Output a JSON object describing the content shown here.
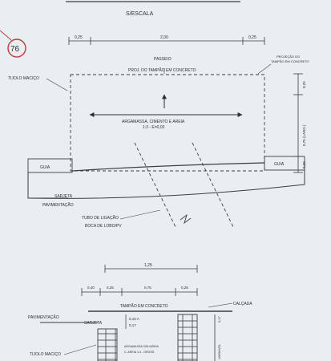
{
  "drawing": {
    "scale_note": "S/ESCALA",
    "sheet_number": "76",
    "plan": {
      "dimensions": {
        "left_margin": "0,25",
        "center": "2,00",
        "right_margin": "0,25"
      },
      "passeio": "PASSEIO",
      "lid_projection": "PROJ. DO TAMPÃO EM CONCRETO",
      "lid_projection_note_line1": "PROJEÇÃO DO",
      "lid_projection_note_line2": "TAMPÃO EM CONCRETO",
      "solid_brick": "TIJOLO MACIÇO",
      "mortar_line1": "ARGAMASSA, CIMENTO E AREIA",
      "mortar_line2": "1:3 - E=0,02",
      "vertical_dims": {
        "top": "0,25",
        "middle": "0,75 (LARG.)",
        "bottom": "0,20"
      },
      "curb_left": "GUIA",
      "curb_right": "GUIA",
      "gutter": "SARJETA",
      "paving": "PAVIMENTAÇÃO",
      "pipe_line1": "TUBO DE LIGAÇÃO",
      "pipe_line2": "BOCA DE LOBO/PV"
    },
    "section": {
      "total_width": "1,25",
      "dims": [
        "0,40",
        "0,25",
        "0,75",
        "0,25"
      ],
      "lid": "TAMPÃO EM CONCRETO",
      "sidewalk": "CALÇADA",
      "paving": "PAVIMENTAÇÃO",
      "gutter": "SARJETA",
      "lid_dim_a": "0,15 A",
      "lid_dim_b": "0,17",
      "mortar_small": "ARGAMASSA CIM./AREIA",
      "mortar_small_2": "C. AREIA 1:3 - GROSS.",
      "solid_brick": "TIJOLO MACIÇO",
      "right_dim": "0,17",
      "right_vertical": "VARIÁVEL"
    }
  }
}
